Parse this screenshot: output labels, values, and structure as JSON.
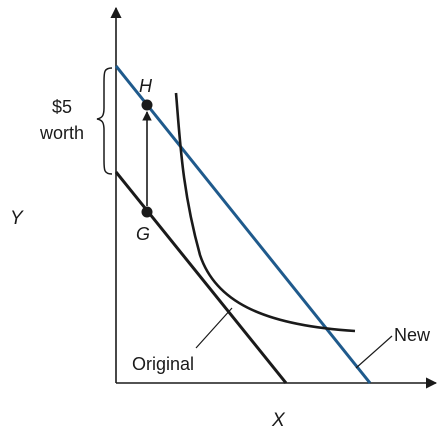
{
  "diagram": {
    "axes": {
      "x_label": "X",
      "y_label": "Y"
    },
    "points": [
      {
        "id": "h",
        "label": "H"
      },
      {
        "id": "g",
        "label": "G"
      }
    ],
    "bracket": {
      "line1": "$5",
      "line2": "worth"
    },
    "budget_lines": [
      {
        "id": "original",
        "label": "Original",
        "color": "#1a1a1a"
      },
      {
        "id": "new",
        "label": "New",
        "color": "#1f5a8c"
      }
    ],
    "indifference_curve_color": "#1a1a1a"
  }
}
